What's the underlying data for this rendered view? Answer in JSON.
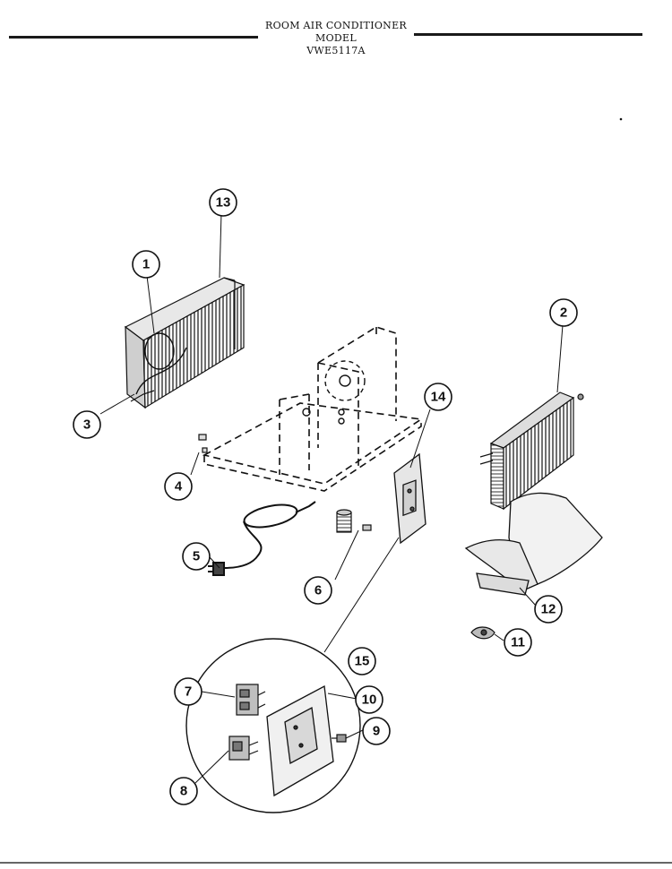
{
  "header": {
    "line1": "ROOM AIR CONDITIONER",
    "line2": "MODEL",
    "line3": "VWE5117A"
  },
  "callouts": {
    "c1": "1",
    "c2": "2",
    "c3": "3",
    "c4": "4",
    "c5": "5",
    "c6": "6",
    "c7": "7",
    "c8": "8",
    "c9": "9",
    "c10": "10",
    "c11": "11",
    "c12": "12",
    "c13": "13",
    "c14": "14",
    "c15": "15"
  }
}
